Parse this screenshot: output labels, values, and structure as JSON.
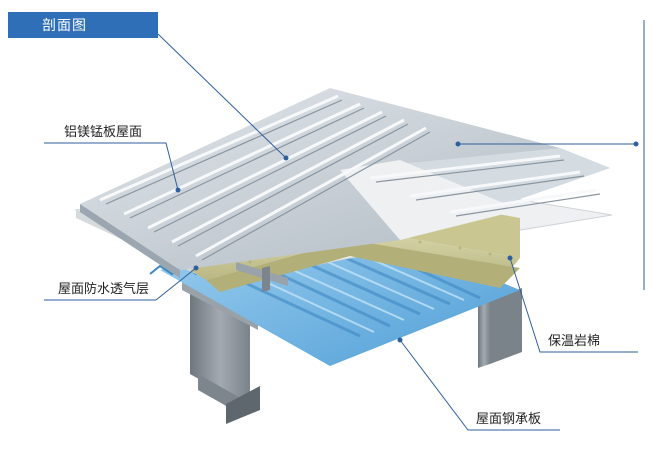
{
  "title": "剖面图",
  "labels": {
    "roof_panel": "铝镁锰板屋面",
    "membrane": "屋面防水透气层",
    "insulation": "保温岩棉",
    "steel_deck": "屋面钢承板"
  },
  "colors": {
    "accent": "#2f6fb7",
    "leader": "#2f5f9e",
    "panel": "#c9d1d8",
    "insulation": "#cdca99",
    "deck": "#6fb4e2",
    "beam": "#8e969e",
    "membrane": "#eef0f2"
  }
}
